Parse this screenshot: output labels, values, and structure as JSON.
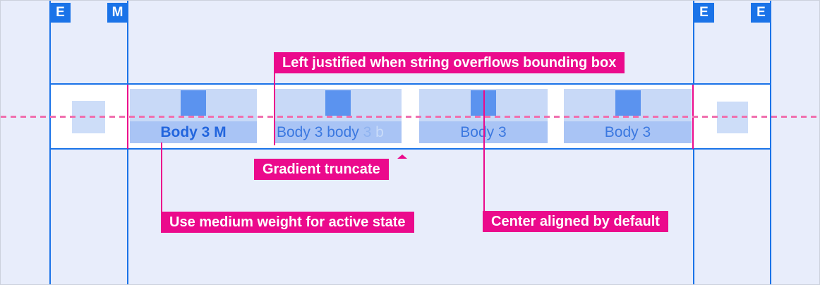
{
  "markers": [
    {
      "letter": "E"
    },
    {
      "letter": "M"
    },
    {
      "letter": "E"
    },
    {
      "letter": "E"
    }
  ],
  "tabbar": {
    "tabs": [
      {
        "label": "Body 3 M",
        "state": "active"
      },
      {
        "label": "Body 3 body 3 b",
        "segments": {
          "strong": "Body 3 body ",
          "mid": "3 ",
          "faint": "b"
        },
        "truncation": "gradient"
      },
      {
        "label": "Body 3",
        "alignment": "center"
      },
      {
        "label": "Body 3",
        "alignment": "center"
      }
    ],
    "icon": "square-icon-placeholder"
  },
  "annotations": {
    "left_justified": {
      "label": "Left justified when string overflows bounding box"
    },
    "gradient_truncate": {
      "label": "Gradient truncate"
    },
    "medium_weight": {
      "label": "Use medium weight for active state"
    },
    "center_aligned": {
      "label": "Center aligned by default"
    }
  },
  "colors": {
    "background": "#e8edfb",
    "guide_blue": "#1a73e8",
    "tab_top": "#c8d9f7",
    "tab_band": "#a9c4f5",
    "icon_blue": "#5b93ef",
    "cap_square": "#cdddf8",
    "tab_text": "#3b78e0",
    "tab_text_active": "#2265dd",
    "annotation_magenta": "#eb0a8c",
    "baseline_pink": "#f06fae"
  }
}
